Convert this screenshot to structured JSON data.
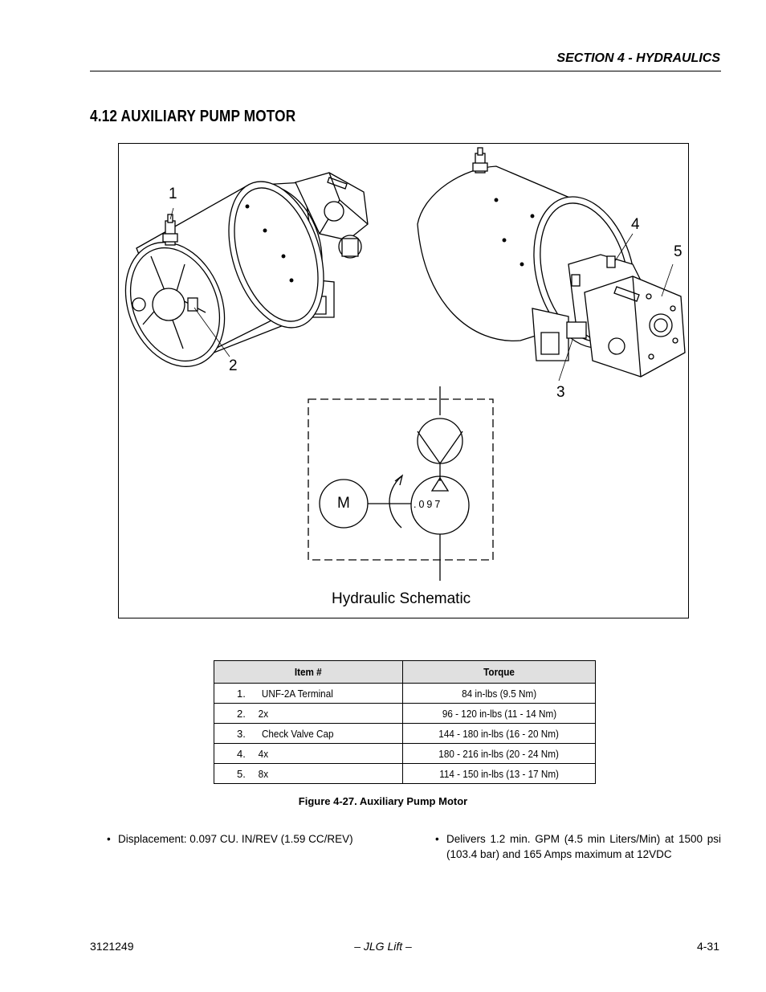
{
  "header": {
    "section": "SECTION 4 - HYDRAULICS"
  },
  "page_title": "4.12 AUXILIARY PUMP MOTOR",
  "figure": {
    "callouts": [
      "1",
      "2",
      "3",
      "4",
      "5"
    ],
    "schematic": {
      "motor_label": "M",
      "pump_label": ".097",
      "caption": "Hydraulic Schematic"
    },
    "caption": "Figure 4-27.  Auxiliary Pump Motor"
  },
  "table": {
    "headers": [
      "Item #",
      "Torque"
    ],
    "rows": [
      {
        "num": "1.",
        "item": "UNF-2A Terminal",
        "torque": "84 in-lbs (9.5 Nm)"
      },
      {
        "num": "2.",
        "item": "2x",
        "torque": "96 - 120 in-lbs (11 - 14 Nm)"
      },
      {
        "num": "3.",
        "item": "Check Valve Cap",
        "torque": "144 - 180 in-lbs (16 - 20 Nm)"
      },
      {
        "num": "4.",
        "item": "4x",
        "torque": "180 - 216 in-lbs (20 - 24 Nm)"
      },
      {
        "num": "5.",
        "item": "8x",
        "torque": "114 - 150 in-lbs (13 - 17 Nm)"
      }
    ]
  },
  "bullets": [
    "Displacement: 0.097 CU. IN/REV (1.59 CC/REV)",
    "Delivers 1.2 min. GPM (4.5 min Liters/Min) at 1500 psi (103.4 bar) and 165 Amps maximum at 12VDC"
  ],
  "footer": {
    "doc_number": "3121249",
    "publisher": "– JLG Lift –",
    "page": "4-31"
  }
}
